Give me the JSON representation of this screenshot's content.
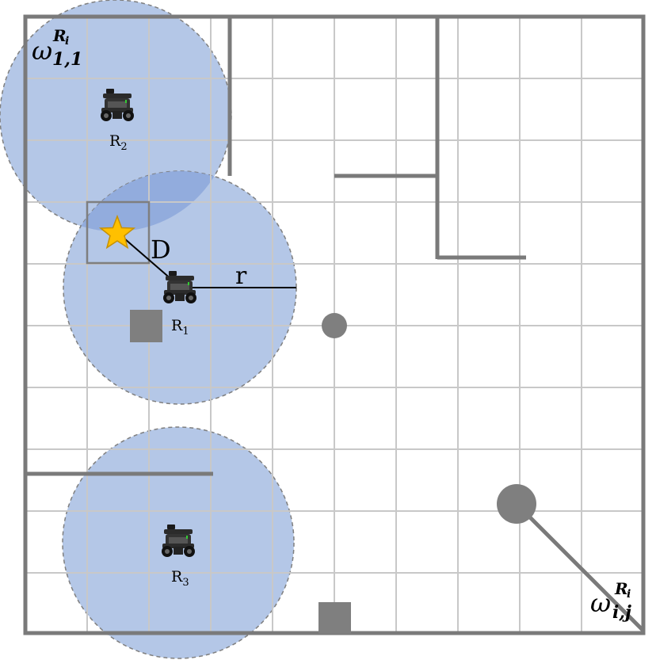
{
  "labels": {
    "omega_top_main": "ω",
    "omega_top_sup": "R",
    "omega_top_sup_sub": "i",
    "omega_top_sub": "1,1",
    "omega_br_main": "ω",
    "omega_br_sup": "R",
    "omega_br_sup_sub": "i",
    "omega_br_sub": "i,j",
    "distance": "D",
    "radius": "r"
  },
  "robots": [
    {
      "label_main": "R",
      "label_sub": "2"
    },
    {
      "label_main": "R",
      "label_sub": "1"
    },
    {
      "label_main": "R",
      "label_sub": "3"
    }
  ],
  "colors": {
    "grid": "#c8c8c8",
    "walls": "#7a7a7a",
    "obstacles": "#7f7f7f",
    "sensing_fill": "#b4c7e7",
    "overlap_fill": "#8ea9db",
    "star": "#ffc000",
    "star_outline": "#c79100"
  },
  "icons": {
    "goal": "star-icon",
    "robot": "turtlebot-robot-icon"
  }
}
